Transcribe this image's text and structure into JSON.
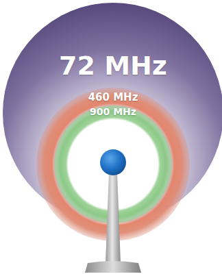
{
  "diagram": {
    "nodes": [
      {
        "text": [
          "72 MHz"
        ]
      },
      {
        "text": [
          "460 MHz"
        ],
        "in": 0
      },
      {
        "text": [
          "900 MHz"
        ],
        "in": 1
      }
    ]
  }
}
